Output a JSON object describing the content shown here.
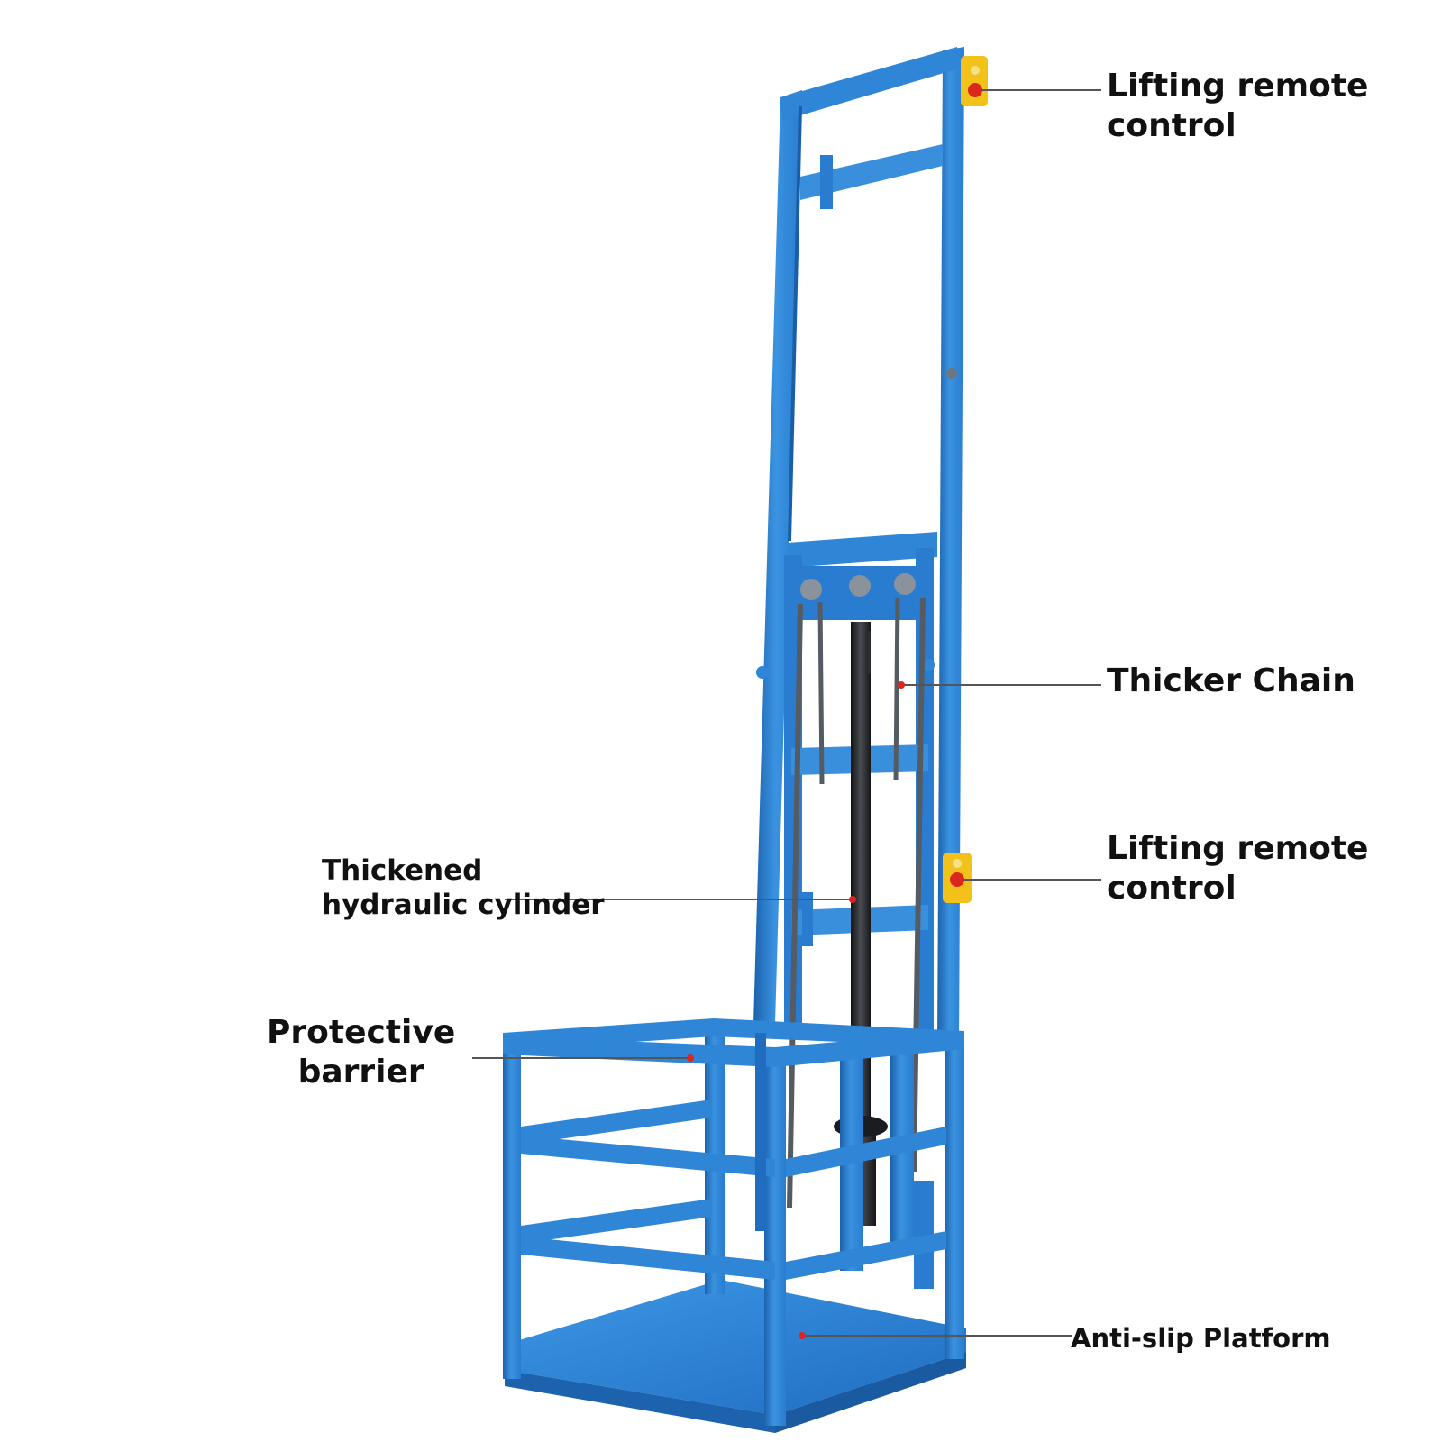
{
  "colors": {
    "frame_blue": "#2f86d6",
    "frame_blue_dark": "#1c62ad",
    "frame_blue_light": "#4ea2e8",
    "platform_blue": "#2a7cd0",
    "chain_gray": "#555b63",
    "cylinder_black": "#222428",
    "control_box_yellow": "#f2c21b",
    "control_button_red": "#d8281e",
    "leader_line": "#555555",
    "marker_red": "#e0231c",
    "label_text": "#111111",
    "background": "#ffffff"
  },
  "image": {
    "subject": "Vertical hydraulic cargo lift with guardrailed platform"
  },
  "callouts": {
    "remote_top": "Lifting remote\ncontrol",
    "chain": "Thicker Chain",
    "remote_mid": "Lifting remote\ncontrol",
    "cylinder": "Thickened\nhydraulic cylinder",
    "barrier": "Protective\nbarrier",
    "platform": "Anti-slip Platform"
  }
}
